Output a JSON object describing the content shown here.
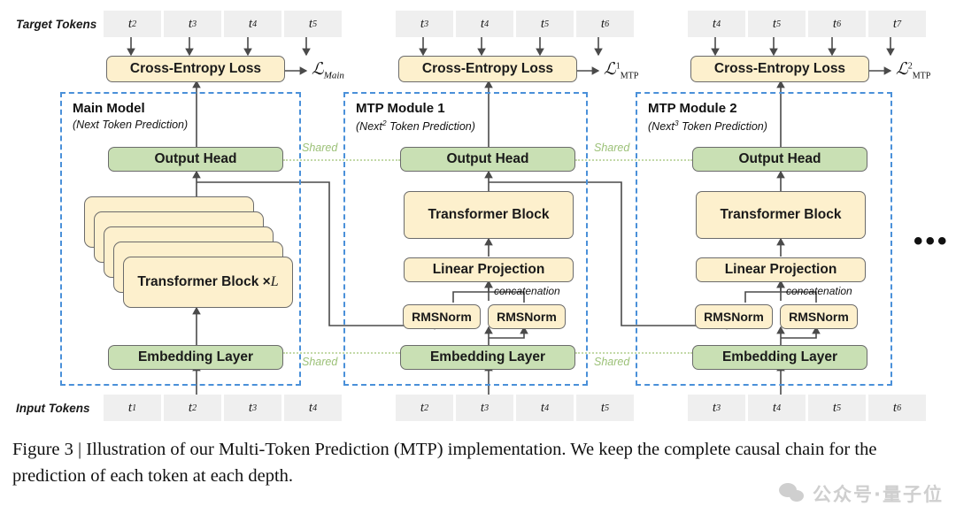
{
  "figure": {
    "caption": "Figure 3 | Illustration of our Multi-Token Prediction (MTP) implementation.  We keep the complete causal chain for the prediction of each token at each depth.",
    "watermark": "公众号·量子位"
  },
  "row_labels": {
    "target": "Target Tokens",
    "input": "Input Tokens"
  },
  "tokens": {
    "target_main": [
      "t2",
      "t3",
      "t4",
      "t5"
    ],
    "target_mtp1": [
      "t3",
      "t4",
      "t5",
      "t6"
    ],
    "target_mtp2": [
      "t4",
      "t5",
      "t6",
      "t7"
    ],
    "input_main": [
      "t1",
      "t2",
      "t3",
      "t4"
    ],
    "input_mtp1": [
      "t2",
      "t3",
      "t4",
      "t5"
    ],
    "input_mtp2": [
      "t3",
      "t4",
      "t5",
      "t6"
    ]
  },
  "loss_boxes": {
    "main": "Cross-Entropy Loss",
    "mtp1": "Cross-Entropy Loss",
    "mtp2": "Cross-Entropy Loss"
  },
  "loss_labels": {
    "main": {
      "symbol": "L",
      "sup": "",
      "sub": "Main"
    },
    "mtp1": {
      "symbol": "L",
      "sup": "1",
      "sub": "MTP"
    },
    "mtp2": {
      "symbol": "L",
      "sup": "2",
      "sub": "MTP"
    }
  },
  "modules": {
    "main": {
      "title": "Main Model",
      "subtitle_pre": "(Next",
      "subtitle_sup": "",
      "subtitle_post": " Token Prediction)",
      "output_head": "Output Head",
      "transformer_stack": "Transformer Block × ",
      "transformer_stack_italic": "L",
      "embedding": "Embedding Layer"
    },
    "mtp1": {
      "title": "MTP Module 1",
      "subtitle_pre": "(Next",
      "subtitle_sup": "2",
      "subtitle_post": " Token Prediction)",
      "output_head": "Output Head",
      "transformer": "Transformer Block",
      "linear": "Linear Projection",
      "rmsnorm_left": "RMSNorm",
      "rmsnorm_right": "RMSNorm",
      "concatenation": "concatenation",
      "embedding": "Embedding Layer"
    },
    "mtp2": {
      "title": "MTP Module 2",
      "subtitle_pre": "(Next",
      "subtitle_sup": "3",
      "subtitle_post": " Token Prediction)",
      "output_head": "Output Head",
      "transformer": "Transformer Block",
      "linear": "Linear Projection",
      "rmsnorm_left": "RMSNorm",
      "rmsnorm_right": "RMSNorm",
      "concatenation": "concatenation",
      "embedding": "Embedding Layer"
    }
  },
  "shared_labels": {
    "head_1": "Shared",
    "head_2": "Shared",
    "emb_1": "Shared",
    "emb_2": "Shared"
  },
  "ellipsis": "•••",
  "colors": {
    "panel_border": "#4a90d9",
    "green_box": "#c9e0b4",
    "cream_box": "#fdf0cd",
    "token_chip": "#efefef",
    "shared_green": "#9cc178",
    "wire": "#4a4a4a"
  }
}
